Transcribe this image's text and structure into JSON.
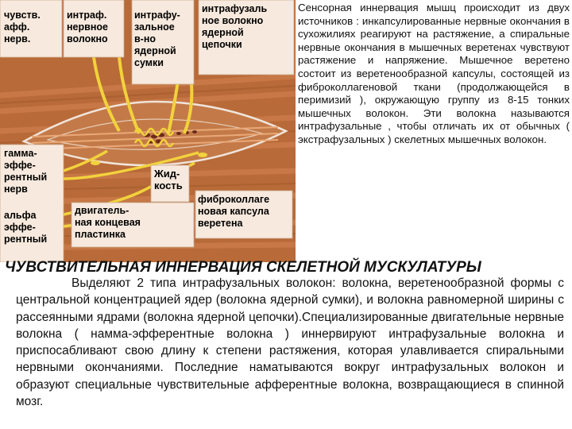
{
  "figure": {
    "labels": {
      "sensory_afferent": "чувств.\nафф.\nнерв.",
      "intrafusal_fiber": "интраф.\nнервное\nволокно",
      "nuclear_bag": "интрафу-\nзальное\nв-но\nядерной\nсумки",
      "nuclear_chain": "интрафузаль\nное волокно\nядерной\nцепочки",
      "gamma_efferent": "гамма-\nэффе-\nрентный\nнерв",
      "alpha_efferent": "альфа\nэффе-\nрентный",
      "fluid": "Жид-\nкость",
      "motor_endplate": "двигатель-\nная концевая\nпластинка",
      "capsule": "фиброколлаге\nновая капсула\nверетена"
    },
    "colors": {
      "background": "#b86a38",
      "fibers": "#d48552",
      "nerve": "#f2d23c",
      "capsule": "#f0e4da"
    }
  },
  "right_text": "Сенсорная иннервация мышц происходит из двух источников : инкапсулированные нервные окончания в сухожилиях реагируют на растяжение, а спиральные нервные окончания в мышечных веретенах чувствуют растяжение и напряжение. Мышечное веретено состоит из веретенообразной капсулы, состоящей из фиброколлагеновой ткани (продолжающейся в перимизий ), окружающую группу из 8-15 тонких мышечных волокон. Эти волокна называются интрафузальные , чтобы отличать их от обычных ( экстрафузальных ) скелетных мышечных волокон.",
  "section_title": "Чувствительная иннервация скелетной мускулатуры",
  "body_text": "Выделяют 2 типа интрафузальных волокон: волокна, веретенообразной формы с центральной концентрацией ядер (волокна ядерной сумки), и волокна равномерной ширины с рассеянными ядрами (волокна ядерной цепочки).Специализированные двигательные нервные волокна ( намма-эфферентные волокна ) иннервируют интрафузальные волокна и приспосабливают свою длину к степени растяжения, которая улавливается спиральными нервными окончаниями. Последние наматываются вокруг интрафузальных волокон и образуют специальные чувствительные афферентные волокна, возвращающиеся в спинной мозг."
}
